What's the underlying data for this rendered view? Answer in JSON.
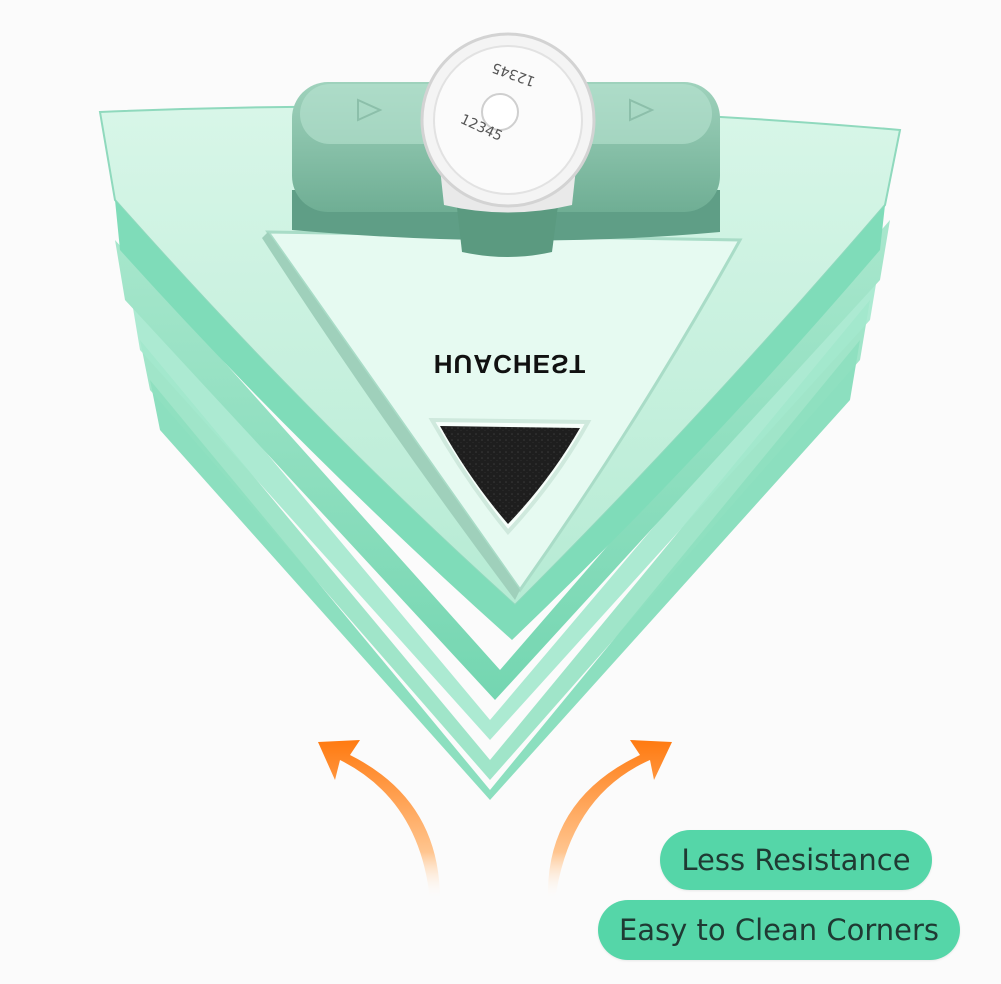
{
  "product": {
    "brand_mirrored": "HUACHEST",
    "dial_numbers": "12345",
    "dial_numbers_top": "12345"
  },
  "features": [
    {
      "label": "Less Resistance"
    },
    {
      "label": "Easy to Clean Corners"
    }
  ],
  "colors": {
    "body_light": "#c7f1df",
    "body_mid": "#9fdcc3",
    "body_dark": "#6fae94",
    "edge": "#5fc9a3",
    "pill": "#55d6a8",
    "arrow_top": "#ff8a20",
    "sponge": "#1e1e1e",
    "dial": "#f4f4f4"
  }
}
